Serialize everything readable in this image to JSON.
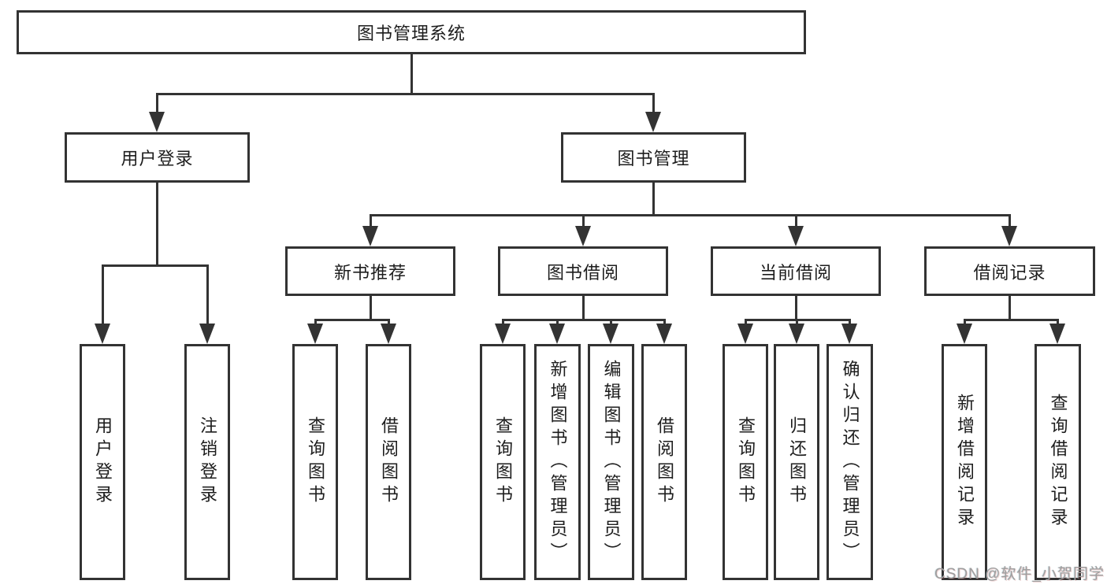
{
  "colors": {
    "line": "#333333",
    "text": "#1d1d1d",
    "background": "#ffffff",
    "watermark": "#9e9e9e"
  },
  "watermark": {
    "text": "CSDN @软件_小贺同学"
  },
  "tree": {
    "label": "图书管理系统",
    "children": [
      {
        "label": "用户登录",
        "children": [
          {
            "label": "用户登录"
          },
          {
            "label": "注销登录"
          }
        ]
      },
      {
        "label": "图书管理",
        "children": [
          {
            "label": "新书推荐",
            "children": [
              {
                "label": "查询图书"
              },
              {
                "label": "借阅图书"
              }
            ]
          },
          {
            "label": "图书借阅",
            "children": [
              {
                "label": "查询图书"
              },
              {
                "label": "新增图书（管理员）"
              },
              {
                "label": "编辑图书（管理员）"
              },
              {
                "label": "借阅图书"
              }
            ]
          },
          {
            "label": "当前借阅",
            "children": [
              {
                "label": "查询图书"
              },
              {
                "label": "归还图书"
              },
              {
                "label": "确认归还（管理员）"
              }
            ]
          },
          {
            "label": "借阅记录",
            "children": [
              {
                "label": "新增借阅记录"
              },
              {
                "label": "查询借阅记录"
              }
            ]
          }
        ]
      }
    ]
  }
}
